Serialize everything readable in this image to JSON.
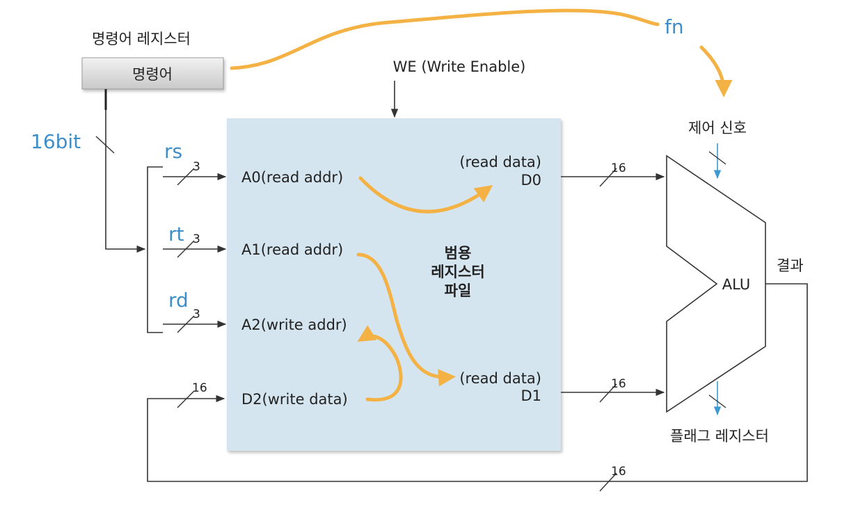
{
  "instr_register": {
    "title": "명령어 레지스터",
    "box_label": "명령어"
  },
  "annotations": {
    "fn": "fn",
    "bit16": "16bit",
    "rs": "rs",
    "rt": "rt",
    "rd": "rd"
  },
  "we_label": "WE (Write Enable)",
  "register_file": {
    "title_lines": [
      "범용",
      "레지스터",
      "파일"
    ],
    "ports": {
      "a0": "A0(read addr)",
      "a1": "A1(read addr)",
      "a2": "A2(write addr)",
      "d2": "D2(write data)",
      "d0_top": "(read data)",
      "d0": "D0",
      "d1_top": "(read data)",
      "d1": "D1"
    }
  },
  "bit_widths": {
    "rs": "3",
    "rt": "3",
    "rd": "3",
    "d2_in": "16",
    "d0_out": "16",
    "d1_out": "16",
    "feedback": "16"
  },
  "alu": {
    "label": "ALU",
    "control": "제어 신호",
    "result": "결과",
    "flags": "플래그 레지스터"
  },
  "colors": {
    "regfile_fill": "#d4e5ef",
    "accent_orange": "#f4b144",
    "annotation_blue": "#3e8ec9",
    "signal_blue": "#3d9ad1"
  }
}
